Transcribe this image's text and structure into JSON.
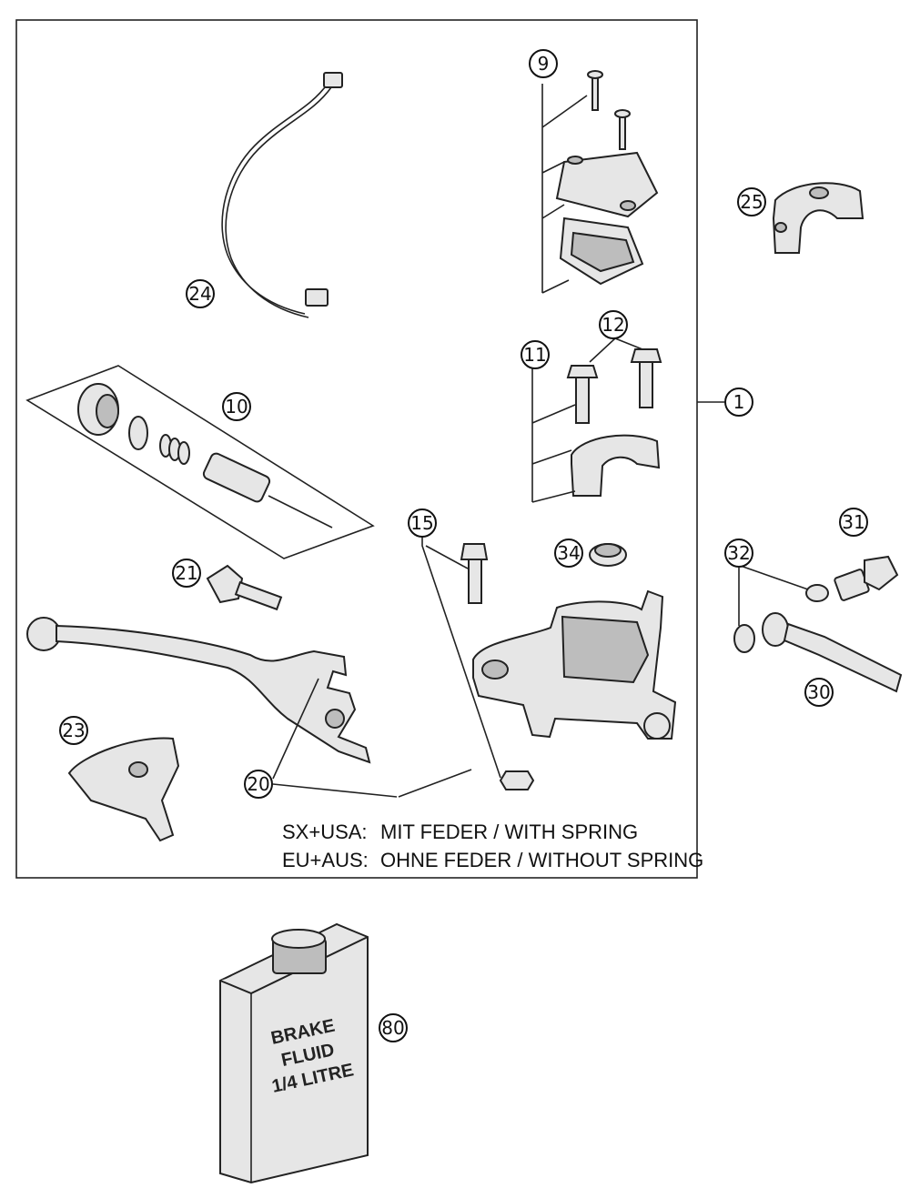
{
  "callouts": {
    "c1": "1",
    "c9": "9",
    "c10": "10",
    "c11": "11",
    "c12": "12",
    "c15": "15",
    "c20": "20",
    "c21": "21",
    "c23": "23",
    "c24": "24",
    "c25": "25",
    "c30": "30",
    "c31": "31",
    "c32": "32",
    "c34": "34",
    "c80": "80"
  },
  "notes": {
    "line1_region": "SX+USA:",
    "line1_text": "MIT FEDER / WITH SPRING",
    "line2_region": "EU+AUS:",
    "line2_text": "OHNE FEDER / WITHOUT SPRING"
  },
  "can_label": {
    "line1": "BRAKE",
    "line2": "FLUID",
    "line3": "1/4 LITRE"
  }
}
